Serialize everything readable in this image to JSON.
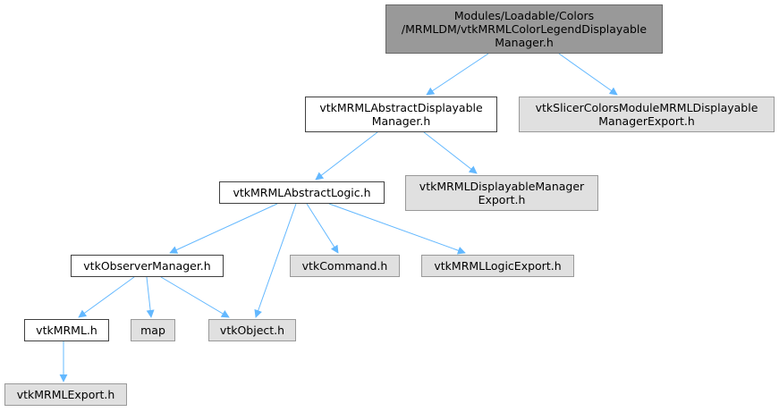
{
  "graph": {
    "edge_color": "#63b8ff",
    "node_colors": {
      "root_fill": "#999999",
      "normal_fill": "#ffffff",
      "external_fill": "#e0e0e0"
    },
    "nodes": {
      "root": "Modules/Loadable/Colors\n/MRMLDM/vtkMRMLColorLegendDisplayable\nManager.h",
      "abstract_displayable_manager": "vtkMRMLAbstractDisplayable\nManager.h",
      "slicer_colors_export": "vtkSlicerColorsModuleMRMLDisplayable\nManagerExport.h",
      "abstract_logic": "vtkMRMLAbstractLogic.h",
      "displayable_manager_export": "vtkMRMLDisplayableManager\nExport.h",
      "observer_manager": "vtkObserverManager.h",
      "vtk_command": "vtkCommand.h",
      "logic_export": "vtkMRMLLogicExport.h",
      "vtk_mrml": "vtkMRML.h",
      "map": "map",
      "vtk_object": "vtkObject.h",
      "mrml_export": "vtkMRMLExport.h"
    },
    "edges": [
      [
        "root",
        "abstract_displayable_manager"
      ],
      [
        "root",
        "slicer_colors_export"
      ],
      [
        "abstract_displayable_manager",
        "abstract_logic"
      ],
      [
        "abstract_displayable_manager",
        "displayable_manager_export"
      ],
      [
        "abstract_logic",
        "observer_manager"
      ],
      [
        "abstract_logic",
        "vtk_object"
      ],
      [
        "abstract_logic",
        "vtk_command"
      ],
      [
        "abstract_logic",
        "logic_export"
      ],
      [
        "observer_manager",
        "vtk_mrml"
      ],
      [
        "observer_manager",
        "map"
      ],
      [
        "observer_manager",
        "vtk_object"
      ],
      [
        "vtk_mrml",
        "mrml_export"
      ]
    ]
  }
}
